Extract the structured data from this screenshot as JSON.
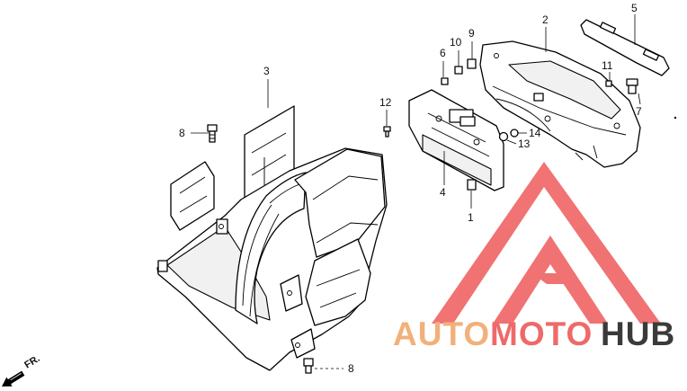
{
  "callouts": {
    "c1": "1",
    "c2": "2",
    "c3": "3",
    "c4": "4",
    "c5": "5",
    "c6": "6",
    "c7": "7",
    "c8a": "8",
    "c8b": "8",
    "c9": "9",
    "c10": "10",
    "c11": "11",
    "c12": "12",
    "c13": "13",
    "c14": "14"
  },
  "direction_label": "FR.",
  "watermark": {
    "text_auto": "AUTO",
    "text_moto": "MOTO",
    "text_hub": "HUB",
    "colors": {
      "logo": "#ee5a5a",
      "auto": "#f2b07a",
      "moto": "#ee6a6a",
      "hub": "#3a3a3a"
    }
  },
  "icons": [
    "fr-arrow-icon"
  ]
}
